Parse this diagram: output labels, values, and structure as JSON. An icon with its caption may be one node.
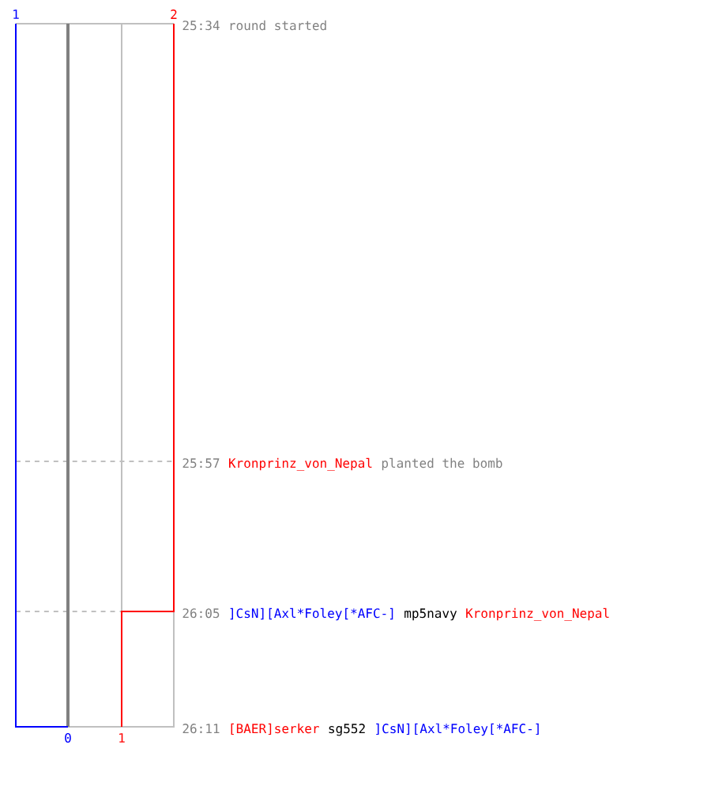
{
  "diagram": {
    "labels": [
      "1",
      "2",
      "25:34",
      "round started",
      "25:57",
      "Kronprinz_von_Nepal",
      "planted the bomb",
      "26:05",
      "]CsN][Axl*Foley[*AFC-]",
      "mp5navy",
      "Kronprinz_von_Nepal",
      "0",
      "1",
      "26:11",
      "[BAER]serker",
      "sg552",
      "]CsN][Axl*Foley[*AFC-]"
    ]
  }
}
